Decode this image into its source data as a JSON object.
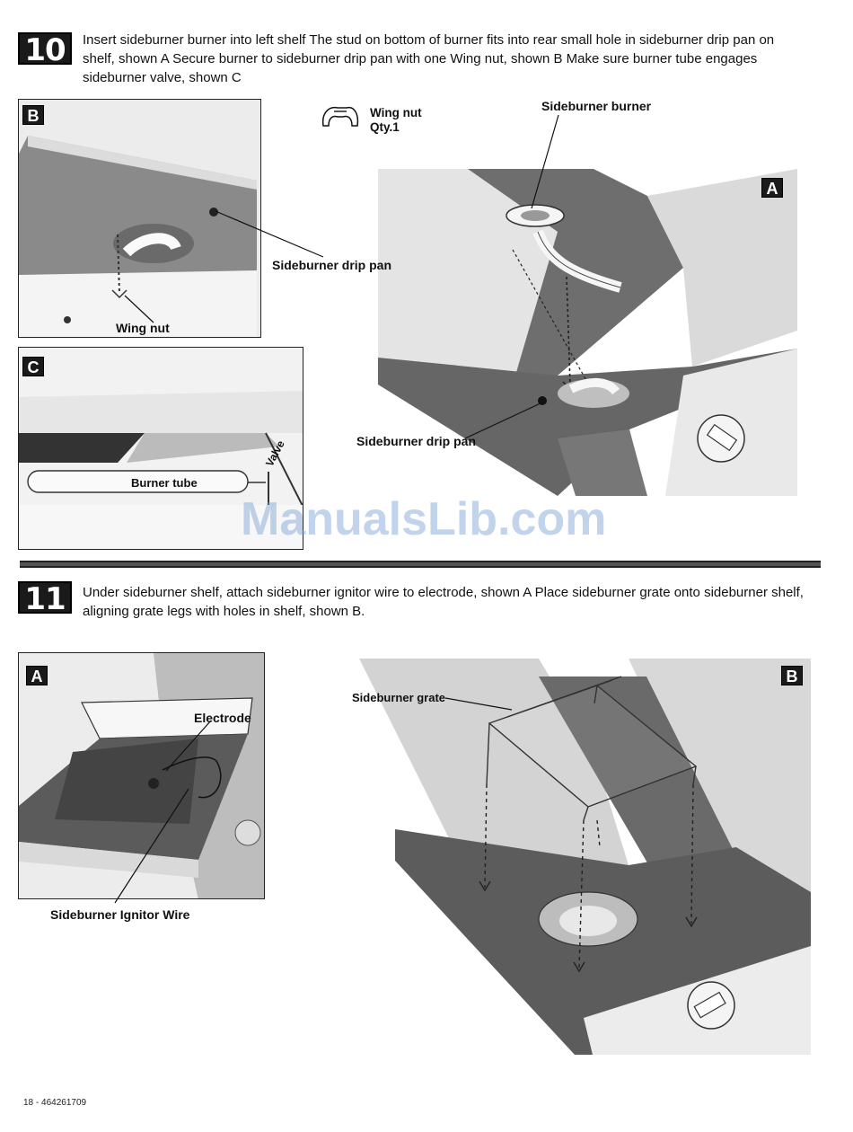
{
  "steps": [
    {
      "number": "10",
      "instruction": "Insert sideburner burner into left shelf The stud on bottom of burner fits into rear small hole in sideburner drip pan on shelf, shown A Secure burner to sideburner drip pan with one Wing nut, shown B  Make sure burner tube engages sideburner valve, shown C",
      "panels": {
        "b": {
          "letter": "B",
          "labels": {
            "drip_pan": "Sideburner drip pan",
            "wing_nut": "Wing nut"
          }
        },
        "c": {
          "letter": "C",
          "labels": {
            "burner_tube": "Burner tube",
            "valve": "Valve"
          }
        },
        "a": {
          "letter": "A",
          "labels": {
            "burner": "Sideburner burner",
            "drip_pan": "Sideburner drip pan"
          }
        }
      },
      "parts": {
        "name": "Wing nut",
        "qty": "Qty.1"
      }
    },
    {
      "number": "11",
      "instruction": "Under sideburner shelf, attach sideburner ignitor wire to electrode, shown A Place sideburner grate onto sideburner shelf, aligning grate legs with holes in shelf, shown B.",
      "panels": {
        "a": {
          "letter": "A",
          "labels": {
            "electrode": "Electrode",
            "ignitor_wire": "Sideburner Ignitor Wire"
          }
        },
        "b": {
          "letter": "B",
          "labels": {
            "grate": "Sideburner grate"
          }
        }
      }
    }
  ],
  "watermark": "ManualsLib.com",
  "footer": "18 - 464261709"
}
